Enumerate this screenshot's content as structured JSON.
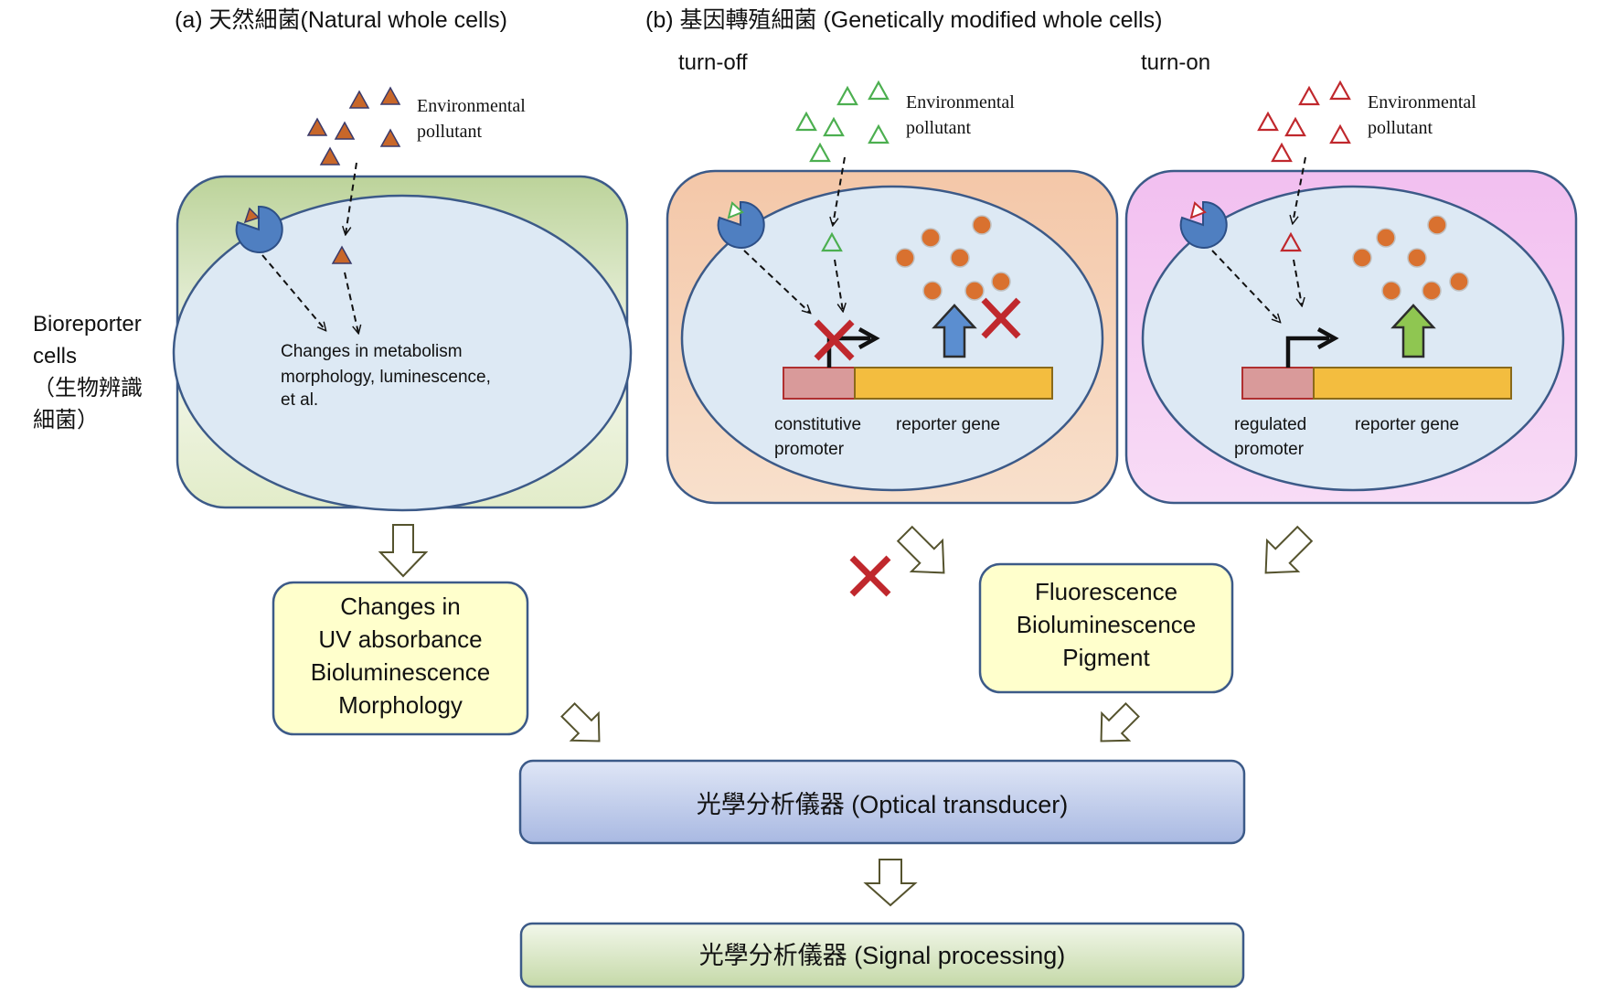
{
  "panel_a": {
    "title": "(a) 天然細菌(Natural whole cells)",
    "pollutant_label": [
      "Environmental",
      "pollutant"
    ],
    "cell_text": [
      "Changes in metabolism",
      "morphology, luminescence,",
      "et al."
    ],
    "output_box": [
      "Changes in",
      "UV absorbance",
      "Bioluminescence",
      "Morphology"
    ]
  },
  "panel_b": {
    "title": "(b) 基因轉殖細菌 (Genetically modified whole cells)",
    "turn_off": {
      "label": "turn-off",
      "pollutant_label": [
        "Environmental",
        "pollutant"
      ],
      "promoter_label": [
        "constitutive",
        "promoter"
      ],
      "gene_label": "reporter gene"
    },
    "turn_on": {
      "label": "turn-on",
      "pollutant_label": [
        "Environmental",
        "pollutant"
      ],
      "promoter_label": [
        "regulated",
        "promoter"
      ],
      "gene_label": "reporter gene"
    },
    "output_box": [
      "Fluorescence",
      "Bioluminescence",
      "Pigment"
    ]
  },
  "side_label": [
    "Bioreporter",
    "cells",
    "（生物辨識",
    "細菌）"
  ],
  "transducer_box": "光學分析儀器 (Optical  transducer)",
  "signal_box": "光學分析儀器 (Signal processing)",
  "colors": {
    "pollutant_orange": "#c8672a",
    "pollutant_green": "#4caf50",
    "pollutant_red": "#c0282d",
    "cross_red": "#c0282d",
    "receptor_blue": "#4f7fc1",
    "cell_fill": "#dde9f4",
    "product_orange": "#d9712f",
    "gene_yellow": "#f3bd3f",
    "promoter_pink": "#d99a9a"
  }
}
